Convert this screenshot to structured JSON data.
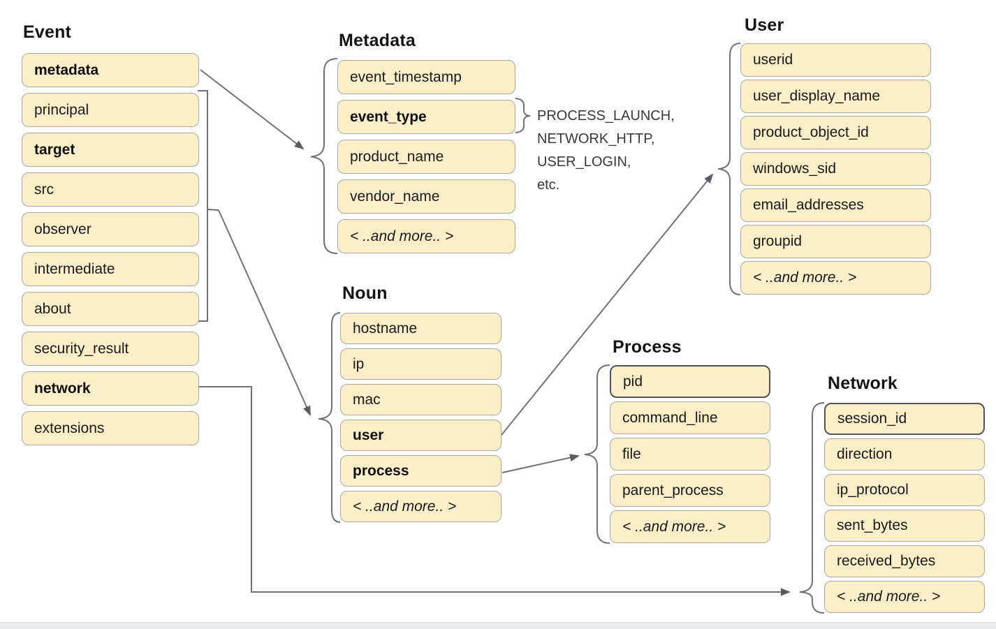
{
  "diagram": {
    "groups": {
      "event": {
        "title": "Event",
        "items": [
          {
            "label": "metadata"
          },
          {
            "label": "principal"
          },
          {
            "label": "target"
          },
          {
            "label": "src"
          },
          {
            "label": "observer"
          },
          {
            "label": "intermediate"
          },
          {
            "label": "about"
          },
          {
            "label": "security_result"
          },
          {
            "label": "network"
          },
          {
            "label": "extensions"
          }
        ]
      },
      "metadata": {
        "title": "Metadata",
        "items": [
          {
            "label": "event_timestamp"
          },
          {
            "label": "event_type"
          },
          {
            "label": "product_name"
          },
          {
            "label": "vendor_name"
          },
          {
            "label": "< ..and more.. >"
          }
        ]
      },
      "user": {
        "title": "User",
        "items": [
          {
            "label": "userid"
          },
          {
            "label": "user_display_name"
          },
          {
            "label": "product_object_id"
          },
          {
            "label": "windows_sid"
          },
          {
            "label": "email_addresses"
          },
          {
            "label": "groupid"
          },
          {
            "label": "< ..and more.. >"
          }
        ]
      },
      "noun": {
        "title": "Noun",
        "items": [
          {
            "label": "hostname"
          },
          {
            "label": "ip"
          },
          {
            "label": "mac"
          },
          {
            "label": "user"
          },
          {
            "label": "process"
          },
          {
            "label": "< ..and more.. >"
          }
        ]
      },
      "process": {
        "title": "Process",
        "items": [
          {
            "label": "pid"
          },
          {
            "label": "command_line"
          },
          {
            "label": "file"
          },
          {
            "label": "parent_process"
          },
          {
            "label": "< ..and more.. >"
          }
        ]
      },
      "network": {
        "title": "Network",
        "items": [
          {
            "label": "session_id"
          },
          {
            "label": "direction"
          },
          {
            "label": "ip_protocol"
          },
          {
            "label": "sent_bytes"
          },
          {
            "label": "received_bytes"
          },
          {
            "label": "< ..and more.. >"
          }
        ]
      }
    },
    "event_type_examples": {
      "line1": "PROCESS_LAUNCH,",
      "line2": "NETWORK_HTTP,",
      "line3": "USER_LOGIN,",
      "line4": "etc."
    },
    "colors": {
      "box_fill": "#FCEFC7",
      "box_border": "#A5A7AA",
      "box_border_emphasis": "#505459",
      "connector": "#6E7278",
      "arrowhead": "#585C62"
    }
  }
}
